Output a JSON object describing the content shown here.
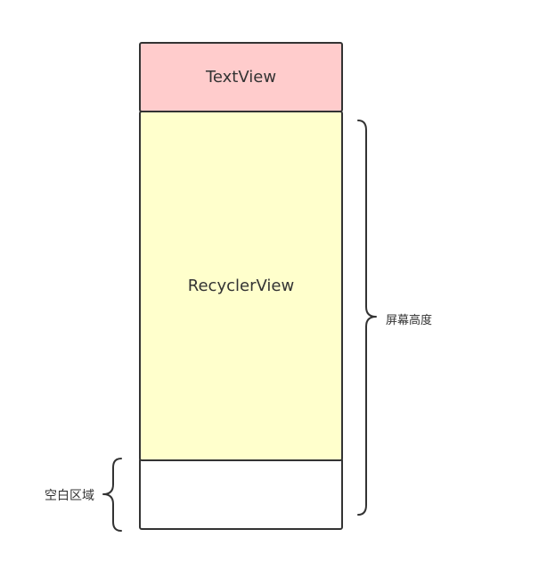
{
  "diagram": {
    "textview": {
      "label": "TextView",
      "fill": "#ffcccc"
    },
    "recyclerview": {
      "label": "RecyclerView",
      "fill": "#ffffcc"
    },
    "empty_area": {
      "fill": "#ffffff"
    },
    "screen_height_brace": {
      "label": "屏幕高度"
    },
    "empty_area_brace": {
      "label": "空白区域"
    },
    "stroke_color": "#333333"
  }
}
